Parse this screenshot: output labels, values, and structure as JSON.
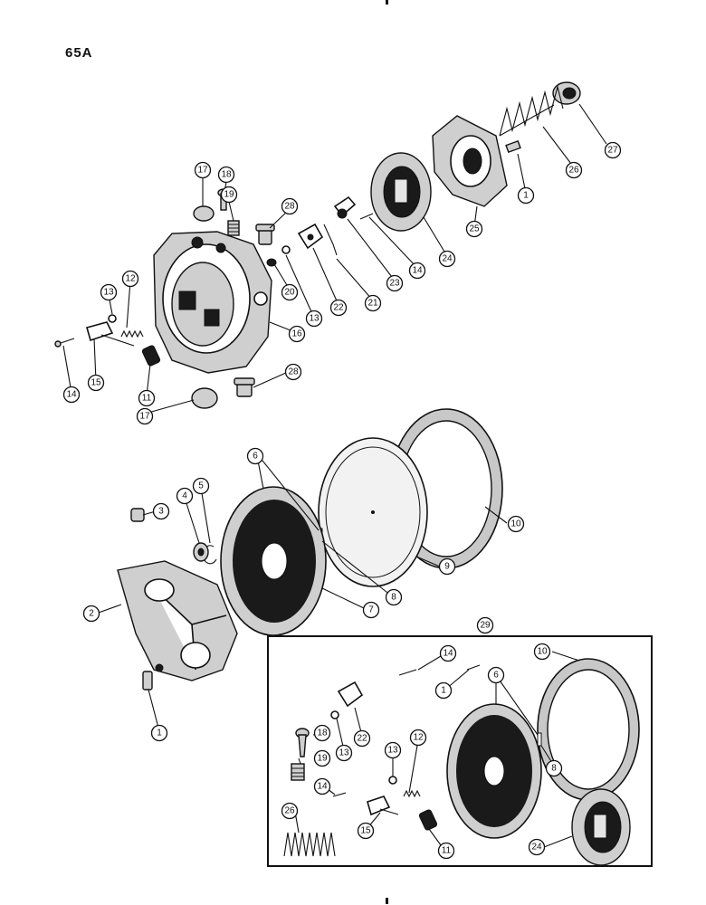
{
  "page": {
    "title": "65A"
  },
  "callouts": [
    {
      "id": "c17a",
      "label": "17"
    },
    {
      "id": "c18a",
      "label": "18"
    },
    {
      "id": "c19a",
      "label": "19"
    },
    {
      "id": "c28a",
      "label": "28"
    },
    {
      "id": "c20",
      "label": "20"
    },
    {
      "id": "c13a",
      "label": "13"
    },
    {
      "id": "c22a",
      "label": "22"
    },
    {
      "id": "c21",
      "label": "21"
    },
    {
      "id": "c23",
      "label": "23"
    },
    {
      "id": "c14a",
      "label": "14"
    },
    {
      "id": "c24a",
      "label": "24"
    },
    {
      "id": "c25",
      "label": "25"
    },
    {
      "id": "c1a",
      "label": "1"
    },
    {
      "id": "c26a",
      "label": "26"
    },
    {
      "id": "c27",
      "label": "27"
    },
    {
      "id": "c16",
      "label": "16"
    },
    {
      "id": "c13b",
      "label": "13"
    },
    {
      "id": "c12a",
      "label": "12"
    },
    {
      "id": "c14b",
      "label": "14"
    },
    {
      "id": "c15a",
      "label": "15"
    },
    {
      "id": "c11a",
      "label": "11"
    },
    {
      "id": "c17b",
      "label": "17"
    },
    {
      "id": "c28b",
      "label": "28"
    },
    {
      "id": "c6a",
      "label": "6"
    },
    {
      "id": "c3",
      "label": "3"
    },
    {
      "id": "c4",
      "label": "4"
    },
    {
      "id": "c5",
      "label": "5"
    },
    {
      "id": "c10a",
      "label": "10"
    },
    {
      "id": "c2",
      "label": "2"
    },
    {
      "id": "c7",
      "label": "7"
    },
    {
      "id": "c8a",
      "label": "8"
    },
    {
      "id": "c9",
      "label": "9"
    },
    {
      "id": "c1b",
      "label": "1"
    },
    {
      "id": "c29",
      "label": "29"
    },
    {
      "id": "c14c",
      "label": "14"
    },
    {
      "id": "c1c",
      "label": "1"
    },
    {
      "id": "c6b",
      "label": "6"
    },
    {
      "id": "c10b",
      "label": "10"
    },
    {
      "id": "c18b",
      "label": "18"
    },
    {
      "id": "c13c",
      "label": "13"
    },
    {
      "id": "c22b",
      "label": "22"
    },
    {
      "id": "c19b",
      "label": "19"
    },
    {
      "id": "c13d",
      "label": "13"
    },
    {
      "id": "c12b",
      "label": "12"
    },
    {
      "id": "c8b",
      "label": "8"
    },
    {
      "id": "c14d",
      "label": "14"
    },
    {
      "id": "c26b",
      "label": "26"
    },
    {
      "id": "c15b",
      "label": "15"
    },
    {
      "id": "c11b",
      "label": "11"
    },
    {
      "id": "c24b",
      "label": "24"
    }
  ]
}
